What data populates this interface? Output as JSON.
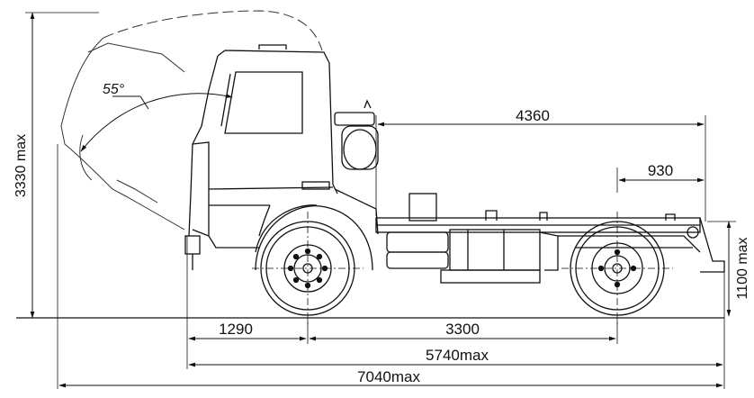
{
  "diagram": {
    "dimensions": {
      "total_height": "3330 max",
      "tilt_angle": "55°",
      "rear_overhang_from_kingpin_span": "4360",
      "kingpin_to_rear": "930",
      "frame_height": "1100 max",
      "front_overhang": "1290",
      "wheelbase": "3300",
      "length_without_rear": "5740max",
      "overall_length": "7040max"
    }
  }
}
